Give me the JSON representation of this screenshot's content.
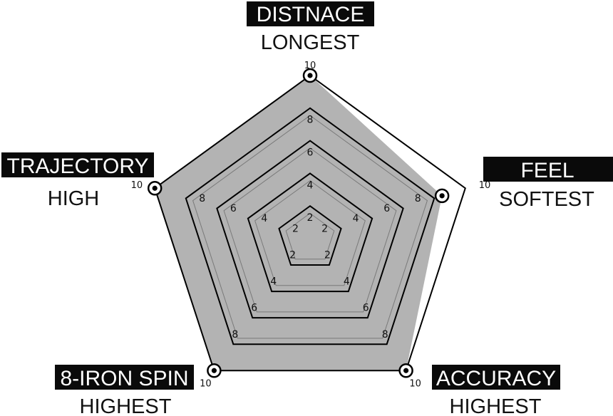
{
  "chart_data": {
    "type": "radar",
    "title": "",
    "scale": {
      "min": 0,
      "max": 10,
      "rings": [
        2,
        4,
        6,
        8,
        10
      ],
      "tick_labels": [
        "2",
        "4",
        "6",
        "8",
        "10"
      ]
    },
    "axes": [
      {
        "title": "DISTNACE",
        "sub": "LONGEST"
      },
      {
        "title": "FEEL",
        "sub": "SOFTEST"
      },
      {
        "title": "ACCURACY",
        "sub": "HIGHEST"
      },
      {
        "title": "8-IRON SPIN",
        "sub": "HIGHEST"
      },
      {
        "title": "TRAJECTORY",
        "sub": "HIGH"
      }
    ],
    "series": [
      {
        "values": [
          10,
          8.5,
          10,
          10,
          10
        ]
      }
    ],
    "colors": {
      "fill": "#b3b3b3",
      "ring_stroke": "#000000",
      "inner_line": "#7a7a7a",
      "label_box": "#0a0a0a",
      "label_text": "#ffffff"
    }
  }
}
